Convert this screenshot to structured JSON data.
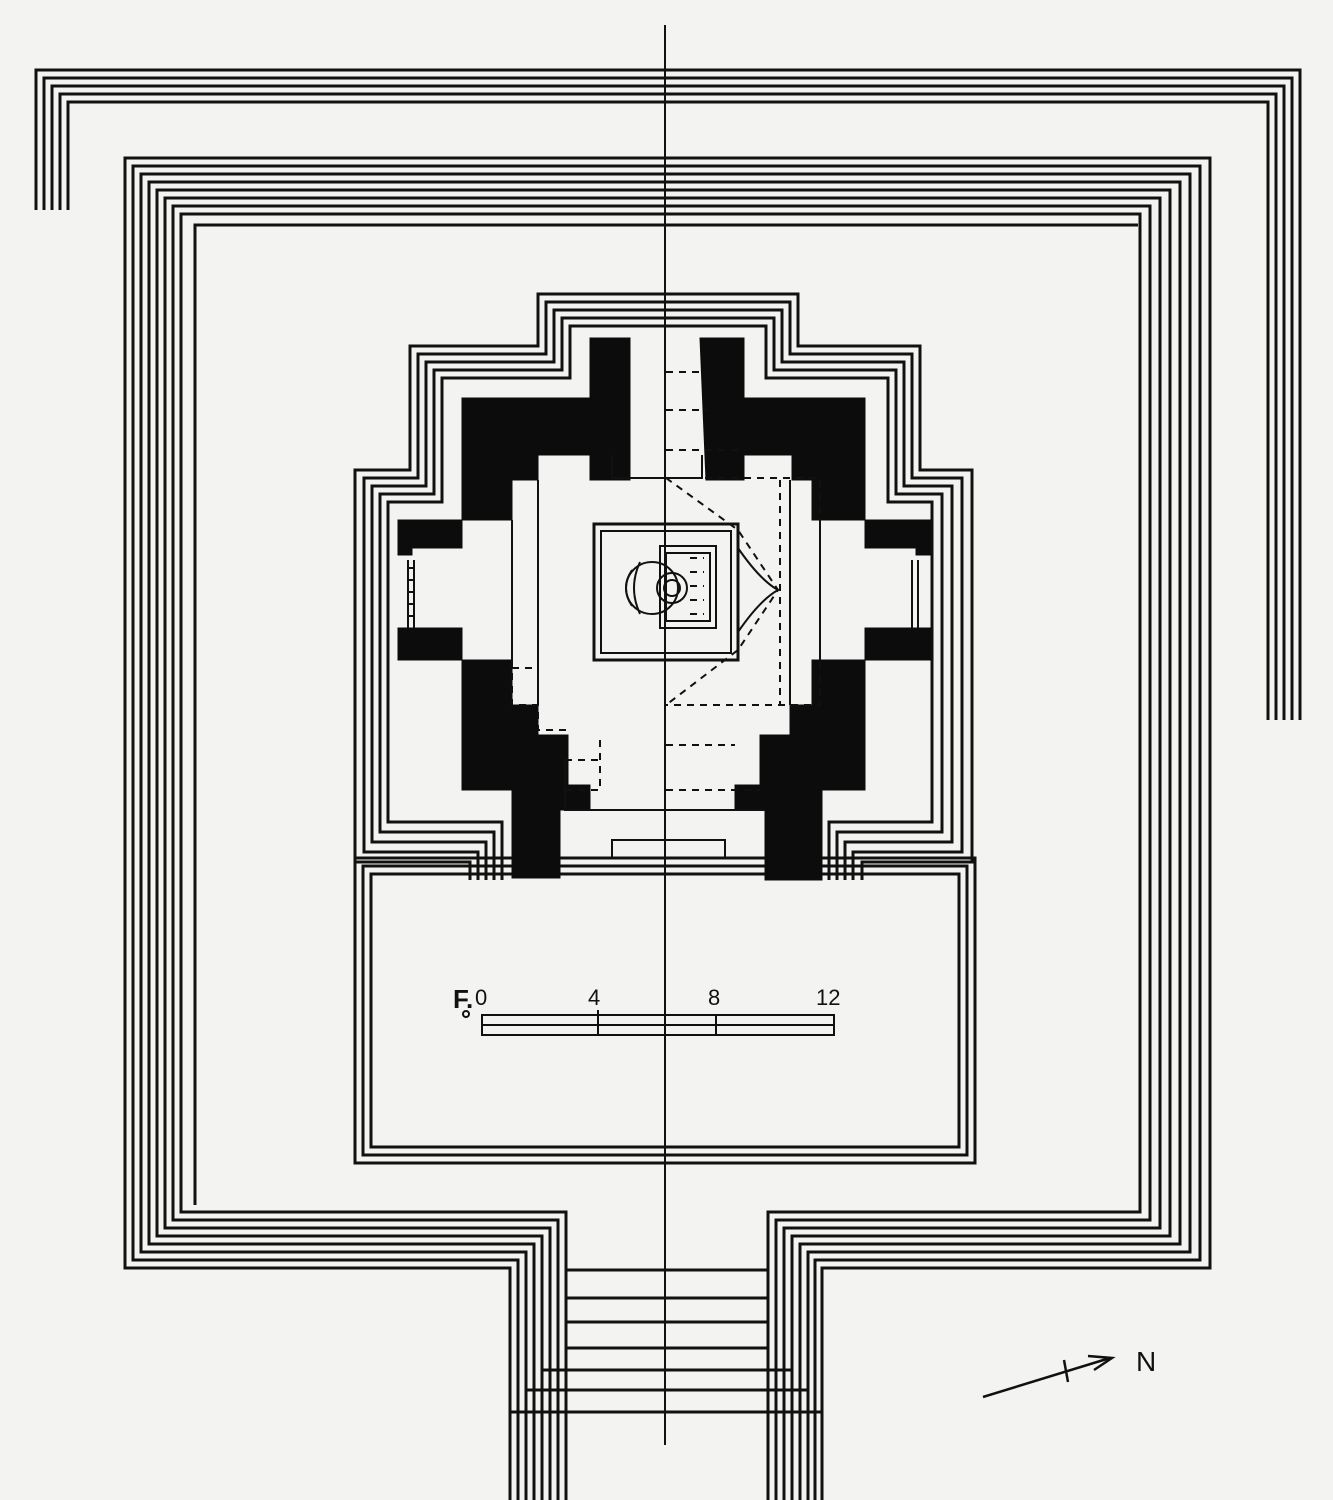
{
  "drawing": {
    "kind": "architectural plan",
    "ink_color": "#111111",
    "paper_color": "#f3f3f1"
  },
  "scale_bar": {
    "unit_label": "F.",
    "ticks": [
      "0",
      "4",
      "8",
      "12"
    ]
  },
  "north_arrow": {
    "label": "N",
    "icon": "north-arrow-icon"
  }
}
